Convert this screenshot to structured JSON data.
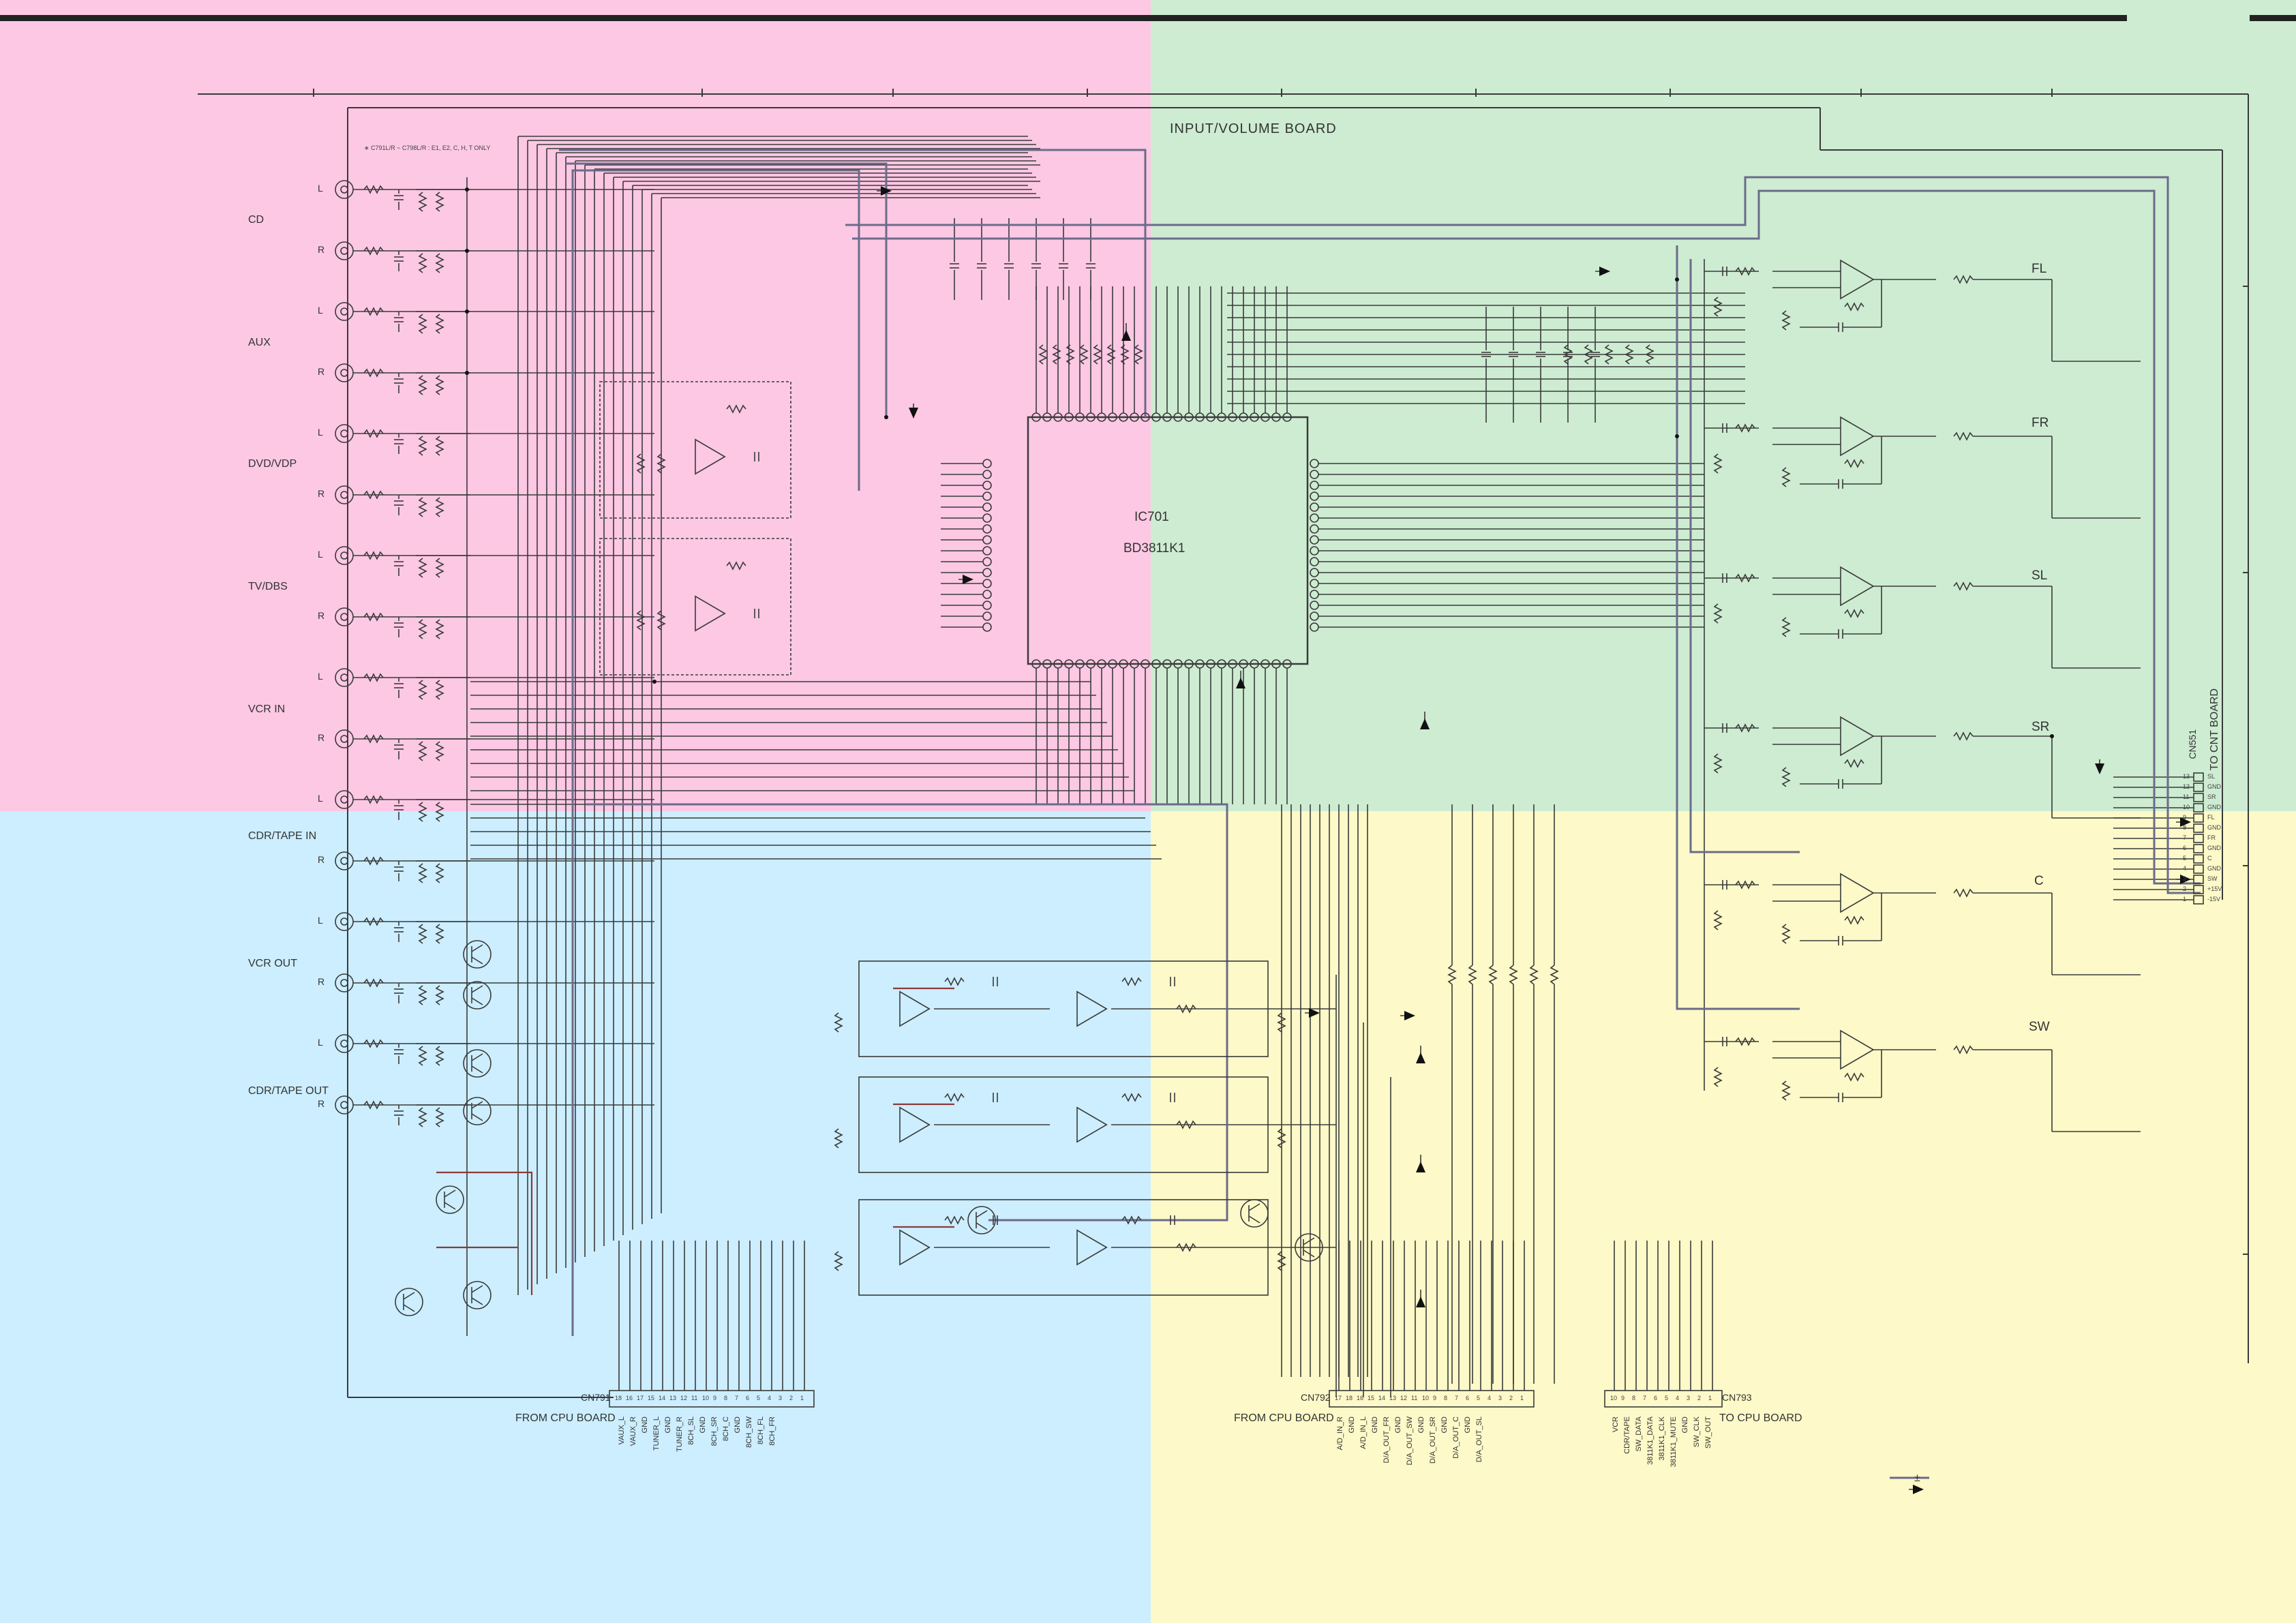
{
  "board": {
    "title": "INPUT/VOLUME BOARD",
    "note": "∗ C791L/R ~ C798L/R : E1, E2, C, H, T ONLY"
  },
  "inputs": [
    {
      "name": "CD"
    },
    {
      "name": "AUX"
    },
    {
      "name": "DVD/VDP"
    },
    {
      "name": "TV/DBS"
    },
    {
      "name": "VCR IN"
    },
    {
      "name": "CDR/TAPE IN"
    },
    {
      "name": "VCR OUT"
    },
    {
      "name": "CDR/TAPE OUT"
    }
  ],
  "channel_letters": {
    "left": "L",
    "right": "R"
  },
  "ic": {
    "ref": "IC701",
    "part": "BD3811K1"
  },
  "outputs": [
    "FL",
    "FR",
    "SL",
    "SR",
    "C",
    "SW"
  ],
  "connectors": {
    "cn791": {
      "ref": "CN791",
      "label": "FROM CPU BOARD",
      "pins": [
        "18",
        "16",
        "17",
        "15",
        "14",
        "13",
        "12",
        "11",
        "10",
        "9",
        "8",
        "7",
        "6",
        "5",
        "4",
        "3",
        "2",
        "1"
      ],
      "signals": [
        "VAUX_L",
        "VAUX_R",
        "GND",
        "TUNER_L",
        "GND",
        "TUNER_R",
        "8CH_SL",
        "GND",
        "8CH_SR",
        "8CH_C",
        "GND",
        "8CH_SW",
        "8CH_FL",
        "8CH_FR"
      ]
    },
    "cn792": {
      "ref": "CN792",
      "label": "FROM CPU BOARD",
      "pins": [
        "17",
        "18",
        "16",
        "15",
        "14",
        "13",
        "12",
        "11",
        "10",
        "9",
        "8",
        "7",
        "6",
        "5",
        "4",
        "3",
        "2",
        "1"
      ],
      "signals": [
        "A/D_IN_R",
        "GND",
        "A/D_IN_L",
        "GND",
        "D/A_OUT_FR",
        "GND",
        "D/A_OUT_SW",
        "GND",
        "D/A_OUT_SR",
        "GND",
        "D/A_OUT_C",
        "GND",
        "D/A_OUT_SL"
      ]
    },
    "cn793": {
      "ref": "CN793",
      "label": "TO CPU BOARD",
      "pins": [
        "10",
        "9",
        "8",
        "7",
        "6",
        "5",
        "4",
        "3",
        "2",
        "1"
      ],
      "signals": [
        "VCR",
        "CDR/TAPE",
        "SW_DATA",
        "3811K1_DATA",
        "3811K1_CLK",
        "3811K1_MUTE",
        "GND",
        "SW_CLK",
        "SW_OUT"
      ]
    },
    "cn551": {
      "ref": "CN551",
      "label": "TO CNT BOARD",
      "pins": [
        "13",
        "12",
        "11",
        "10",
        "9",
        "8",
        "7",
        "6",
        "5",
        "4",
        "3",
        "2",
        "1"
      ],
      "signals": [
        "SL",
        "GND",
        "SR",
        "GND",
        "FL",
        "GND",
        "FR",
        "GND",
        "C",
        "GND",
        "SW",
        "+15V",
        "-15V"
      ]
    }
  },
  "legend": {
    "mark": "±"
  },
  "colors": {
    "pink": "#fcc8e4",
    "green": "#cdecd2",
    "blue": "#cceeff",
    "yellow": "#fdf9c8",
    "line": "#3a3a3a",
    "wire_heavy": "#6b6b8a",
    "wire_red": "#8a3a3a"
  }
}
